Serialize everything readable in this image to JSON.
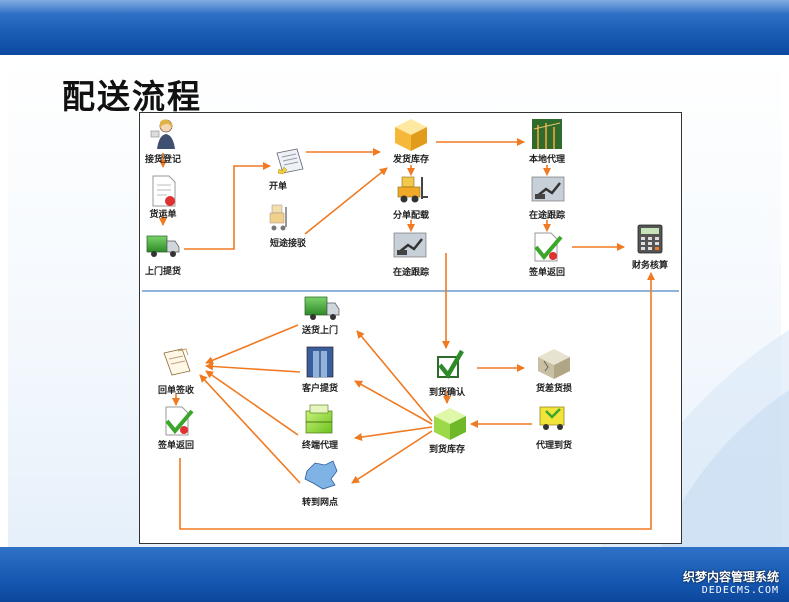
{
  "title": "配送流程",
  "colors": {
    "accent": "#f07a22",
    "band": "#1b5fb8",
    "divider": "#8fb3d9"
  },
  "nodes": {
    "n1": "接货登记",
    "n2": "货运单",
    "n3": "上门提货",
    "n4": "开单",
    "n5": "短途接驳",
    "n6": "发货库存",
    "n7": "分单配载",
    "n8": "在途跟踪",
    "n9": "本地代理",
    "n10": "在途跟踪",
    "n11": "签单返回",
    "n12": "财务核算",
    "n13": "送货上门",
    "n14": "客户提货",
    "n15": "终端代理",
    "n16": "转到网点",
    "n17": "回单签收",
    "n18": "签单返回",
    "n19": "到货确认",
    "n20": "到货库存",
    "n21": "货差货损",
    "n22": "代理到货"
  },
  "icons": {
    "n1": "person-icon",
    "n2": "document-icon",
    "n3": "truck-icon",
    "n4": "form-icon",
    "n5": "forklift-icon",
    "n6": "box-icon",
    "n7": "forklift-icon",
    "n8": "excavator-icon",
    "n9": "warehouse-icon",
    "n10": "excavator-icon",
    "n11": "check-icon",
    "n12": "calculator-icon",
    "n13": "truck-icon",
    "n14": "door-icon",
    "n15": "box-stack-icon",
    "n16": "map-icon",
    "n17": "notepad-icon",
    "n18": "check-icon",
    "n19": "checkmark-icon",
    "n20": "box-icon",
    "n21": "damaged-box-icon",
    "n22": "delivery-icon"
  },
  "watermark": {
    "line1": "织梦内容管理系统",
    "line2": "DEDECMS.COM"
  }
}
